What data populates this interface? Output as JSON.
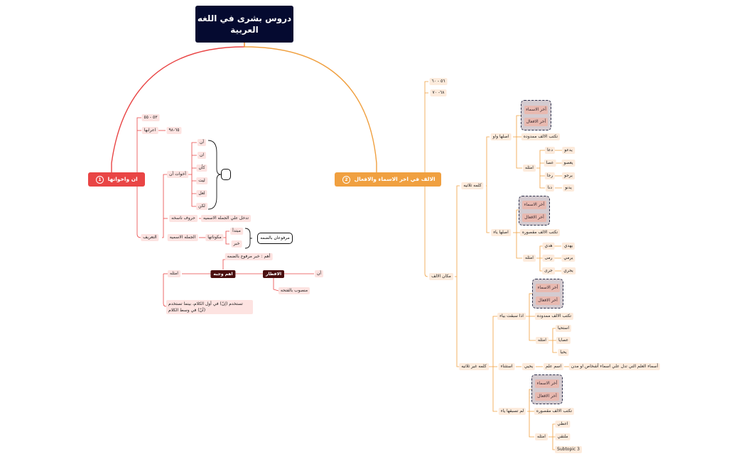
{
  "root": {
    "line1": "دروس بشرى في اللغه",
    "line2": "العربية"
  },
  "left_topic": {
    "label": "ان واخواتها",
    "number": "1",
    "color": "#e94545"
  },
  "right_topic": {
    "label": "الالف في اخر الاسماء والافعال",
    "number": "2",
    "color": "#f0a040"
  },
  "left": {
    "pages1": "٥٣ - ٥٥",
    "iarab": "اعرابها",
    "pages2": "٦٥-٩٨",
    "tarif": "التعريف",
    "akhawat": "أخوات أن",
    "sisters": [
      "أن",
      "ان",
      "كأن",
      "ليت",
      "لعل",
      "لكن"
    ],
    "huruf": "حروف ناسخه",
    "tadkhul": "تدخل علي الجمله الاسميه",
    "jumla": "الجمله الاسميه",
    "mukawinat": "مكوناتها",
    "mubtada": "مبتدأ",
    "khabar": "خبر",
    "marfuan": "مرفوعان بالضمه",
    "amthila": "امثله",
    "ahum": "أهم : خبر مرفوع بالضمه",
    "ahum_wajbah": "اهم وجبه",
    "iftar": "الافطار",
    "an": "أن",
    "mansub": "منصوب بالفتحه",
    "note": "تستخدم (إنّ) في أول الكلام، بينما تستخدم (أنّ) في وسط الكلام"
  },
  "right": {
    "pages1": "٥٦ - ٦٠",
    "pages2": "٦٨- ٧٠",
    "makan": "مكان الالف",
    "thulathiya": "كلمه ثلاثيه",
    "ghayr": "كلمه غير ثلاثيه",
    "aslha_waw": "اصلها واو",
    "aslha_ya": "اصلها ياء",
    "tuktab_mamduda": "تكتب الالف ممدوده",
    "tuktab_maqsura": "تكتب الالف مقصوره",
    "amthila": "امثله",
    "akhir_asma": "أخر الاسماء",
    "akhir_afal": "أخر الافعال",
    "waw_examples": [
      [
        "دعا",
        "يدعو"
      ],
      [
        "عصا",
        "يعصو"
      ],
      [
        "رجا",
        "يرجو"
      ],
      [
        "دنا",
        "يدنو"
      ]
    ],
    "ya_examples": [
      [
        "هدي",
        "يهدي"
      ],
      [
        "رمى",
        "يرمي"
      ],
      [
        "جرى",
        "يجري"
      ]
    ],
    "idha_sabaqat": "اذا سبقت بياء",
    "ya_words": [
      "استحيا",
      "عصايا",
      "يحيا"
    ],
    "istithna": "استثناء",
    "yahya": "يحيي",
    "ism_alam": "اسم علم",
    "alam_desc": "أسماء العلم التي تدل علي اسماء أشخاص او مدن",
    "lam_tasbiq": "لم تسبقها ياء",
    "lam_words": [
      "اعطي",
      "ملتقي"
    ],
    "subtopic": "Subtopic 3"
  }
}
